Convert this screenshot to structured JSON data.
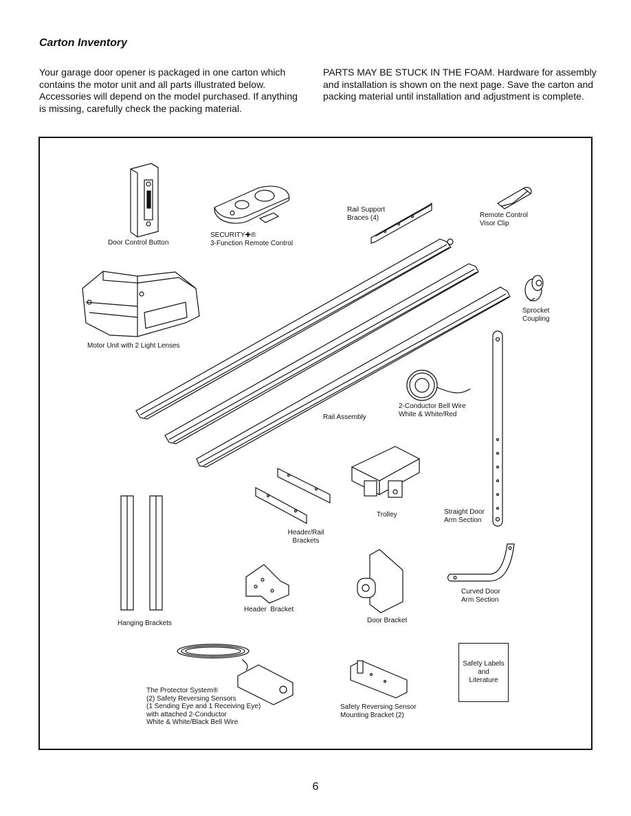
{
  "heading": "Carton Inventory",
  "intro_left": "Your garage door opener is packaged in one carton which contains the motor unit and all parts illustrated below. Accessories will depend on the model purchased. If anything is missing, carefully check the packing material.",
  "intro_right": "PARTS MAY BE STUCK IN THE FOAM. Hardware for assembly and installation is shown on the next page. Save the carton and packing material until installation and adjustment is complete.",
  "parts": {
    "door_control_button": "Door Control Button",
    "remote_brand": "SECURITY✚®",
    "remote_desc": "3-Function Remote Control",
    "rail_support_braces": "Rail Support\nBraces (4)",
    "remote_visor_clip": "Remote Control\nVisor Clip",
    "motor_unit": "Motor Unit with 2 Light Lenses",
    "sprocket_coupling": "Sprocket\nCoupling",
    "bell_wire": "2-Conductor Bell Wire\nWhite & White/Red",
    "rail_assembly": "Rail Assembly",
    "trolley": "Trolley",
    "straight_arm": "Straight Door\nArm Section",
    "header_rail_brackets": "Header/Rail\nBrackets",
    "header_bracket": "Header  Bracket",
    "hanging_brackets": "Hanging Brackets",
    "door_bracket": "Door Bracket",
    "curved_arm": "Curved Door\nArm Section",
    "safety_labels": "Safety Labels\nand\nLiterature",
    "protector_system": "The Protector System®\n(2) Safety Reversing Sensors\n(1 Sending Eye and 1 Receiving Eye)\nwith attached 2-Conductor\nWhite & White/Black Bell Wire",
    "sensor_bracket": "Safety Reversing Sensor\nMounting Bracket (2)"
  },
  "page_number": "6"
}
